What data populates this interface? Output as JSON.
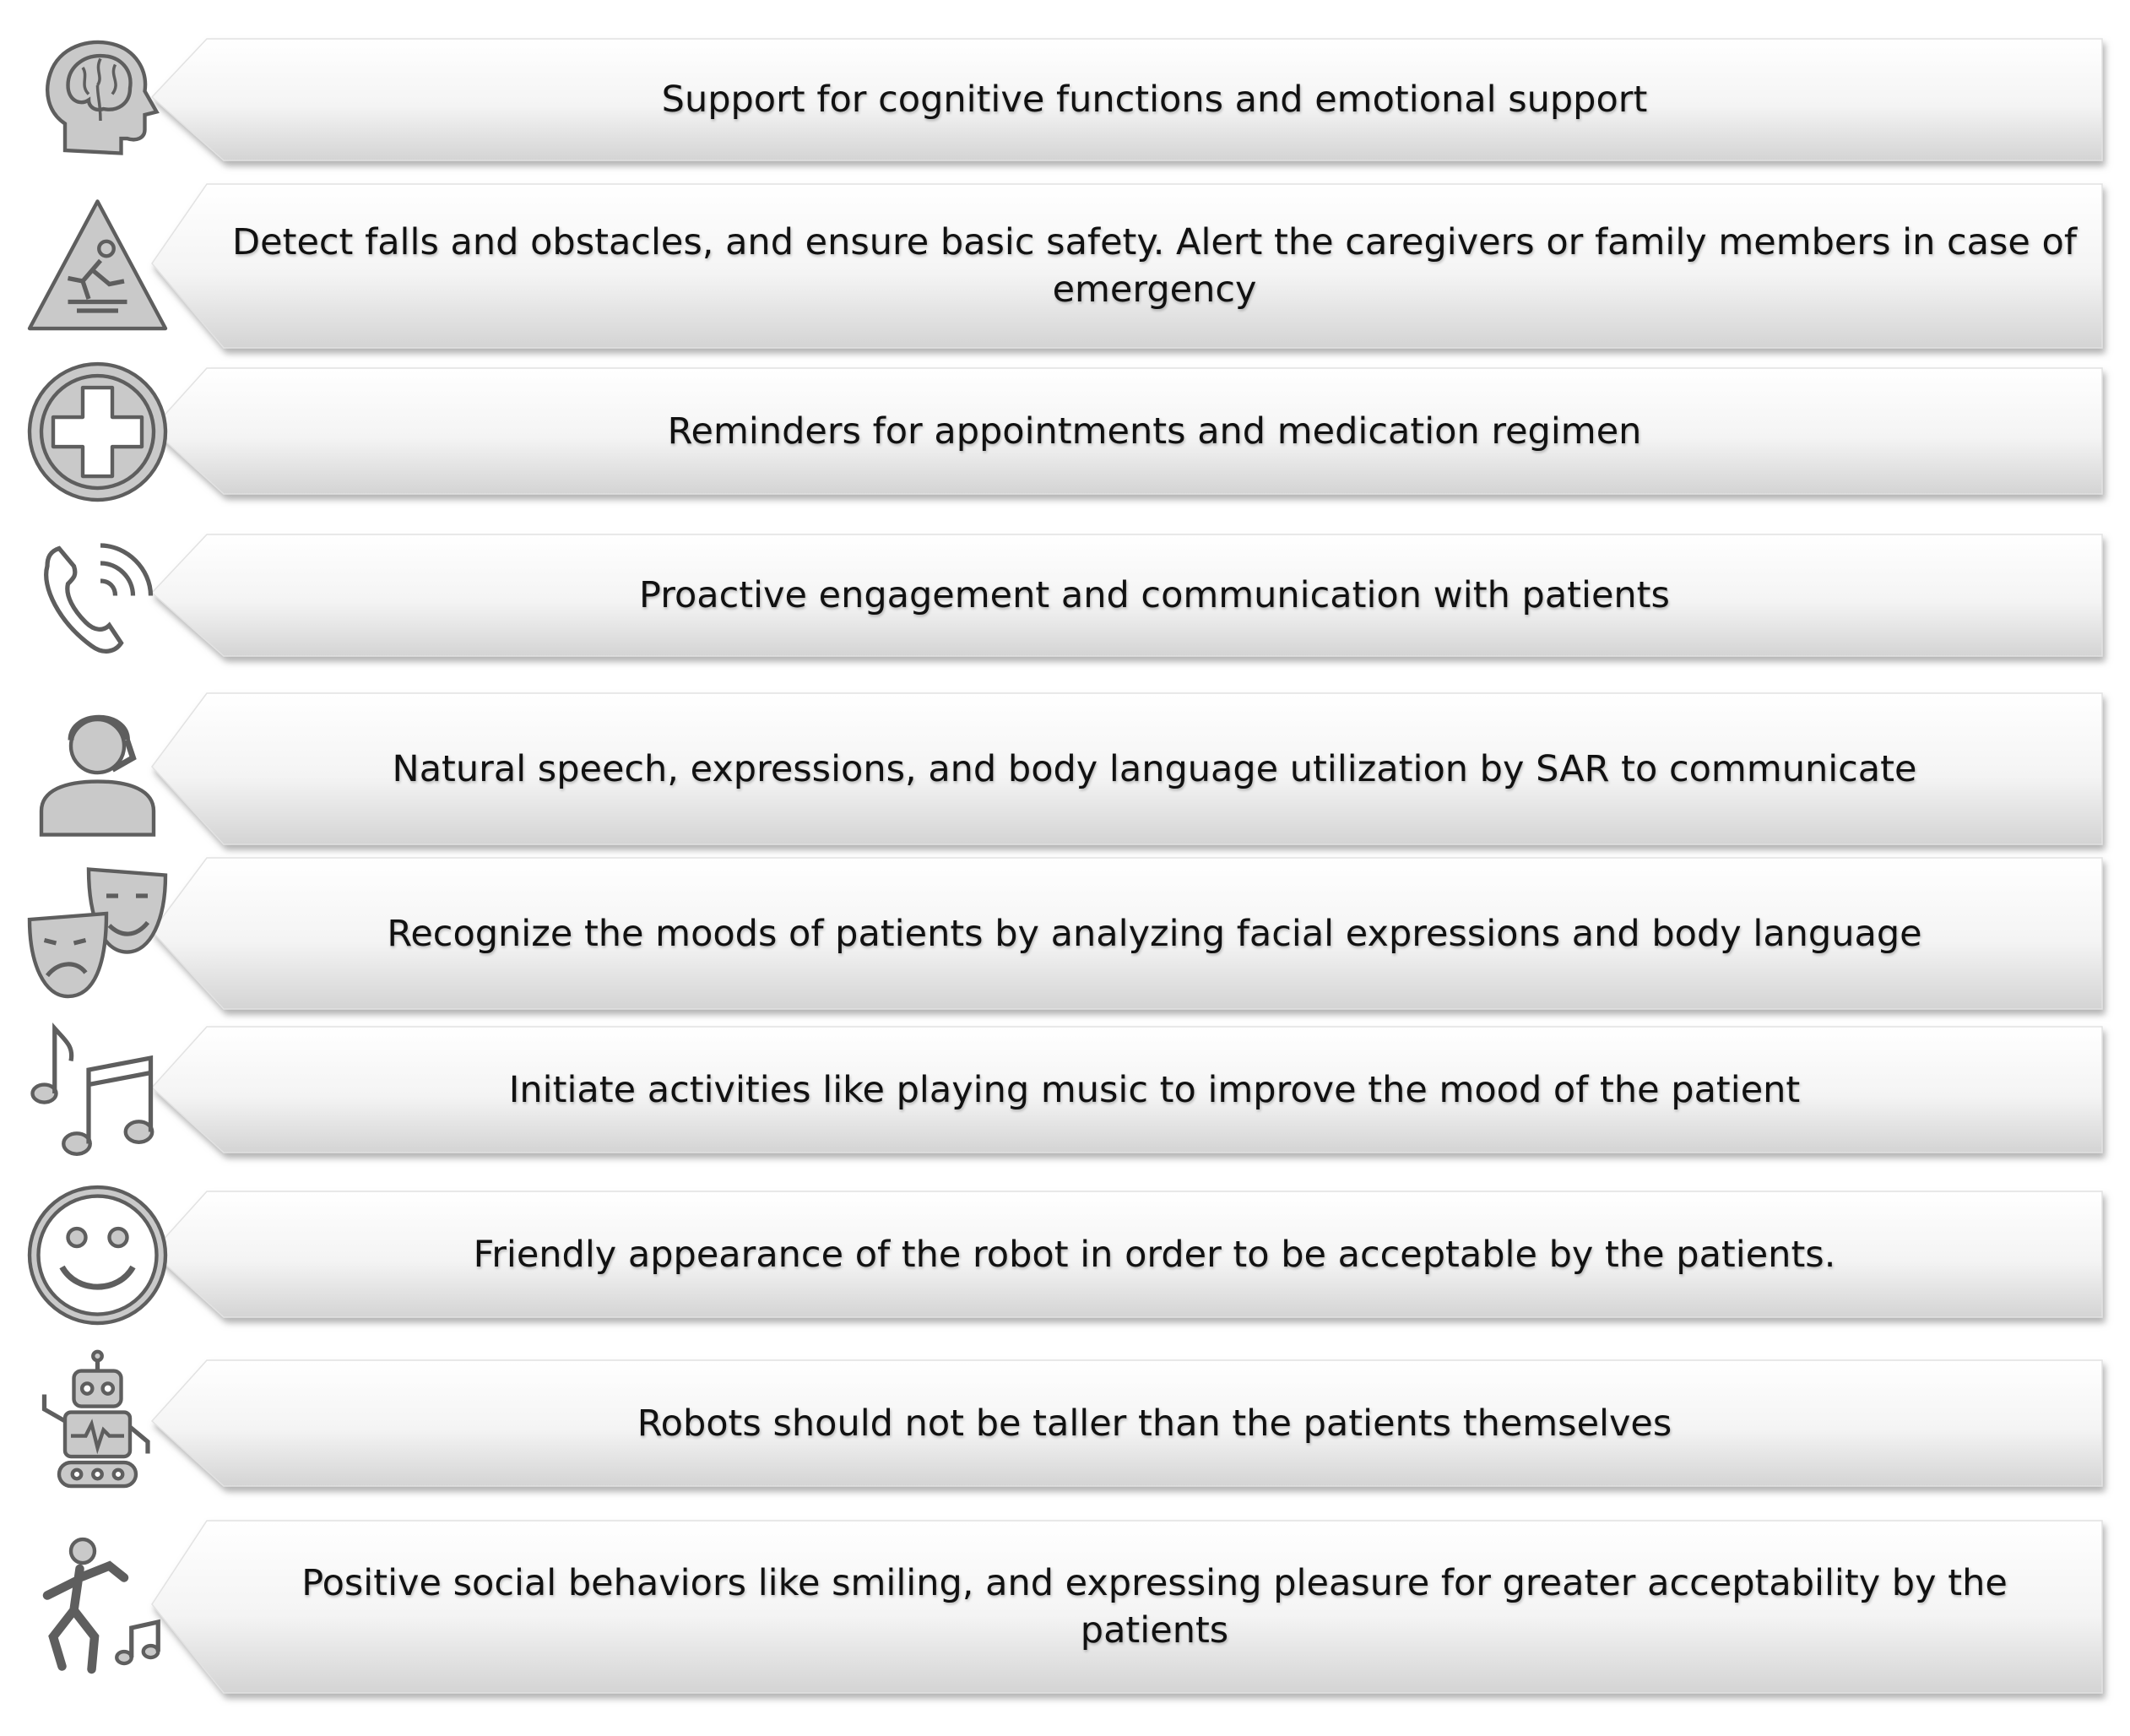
{
  "colors": {
    "icon_fill": "#c9c9c9",
    "icon_stroke": "#5e5e5e",
    "banner_light": "#ffffff",
    "banner_dark": "#d4d4d4",
    "shadow": "#9a9a9a",
    "text": "#111111"
  },
  "items": [
    {
      "icon": "brain-head-icon",
      "text": "Support for cognitive functions and emotional support"
    },
    {
      "icon": "fall-warning-icon",
      "text": "Detect falls and obstacles, and ensure basic safety. Alert the caregivers or family members in case of emergency"
    },
    {
      "icon": "medical-cross-icon",
      "text": "Reminders for appointments and medication regimen"
    },
    {
      "icon": "phone-call-icon",
      "text": "Proactive engagement and communication with patients"
    },
    {
      "icon": "headset-person-icon",
      "text": "Natural speech, expressions, and body language utilization by SAR to communicate"
    },
    {
      "icon": "theater-masks-icon",
      "text": "Recognize the moods of patients by analyzing facial expressions and body language"
    },
    {
      "icon": "music-notes-icon",
      "text": "Initiate activities like playing music to improve the mood of the patient"
    },
    {
      "icon": "smiley-face-icon",
      "text": "Friendly appearance of the robot in order to be acceptable by the patients."
    },
    {
      "icon": "robot-icon",
      "text": "Robots should not be taller than the patients themselves"
    },
    {
      "icon": "dancing-person-icon",
      "text": "Positive social behaviors like smiling, and expressing pleasure for greater acceptability by the patients"
    }
  ]
}
